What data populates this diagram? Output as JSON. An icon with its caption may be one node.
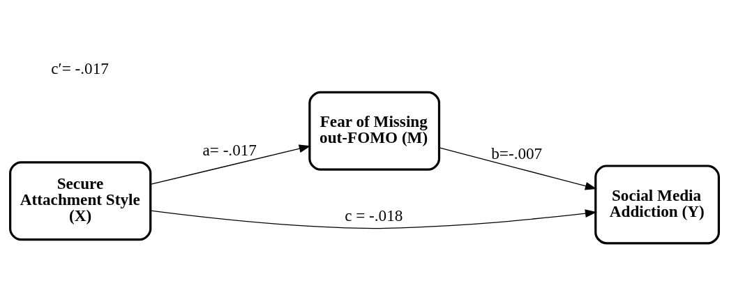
{
  "diagram": {
    "nodes": [
      {
        "text": [
          "Fear of Missing out-FOMO (M)"
        ]
      },
      {
        "text": [
          "Secure Attachment Style (X)"
        ]
      },
      {
        "text": [
          "Social Media Addiction (Y)"
        ]
      }
    ],
    "edges": [
      {
        "from": 1,
        "to": 0,
        "arrow": "to",
        "label": "a= -.017"
      },
      {
        "from": 0,
        "to": 2,
        "arrow": "to",
        "label": "b=-.007"
      },
      {
        "from": 1,
        "to": 2,
        "arrow": "to",
        "label": "c = -.018"
      }
    ],
    "labels": [
      "c′= -.017"
    ]
  }
}
